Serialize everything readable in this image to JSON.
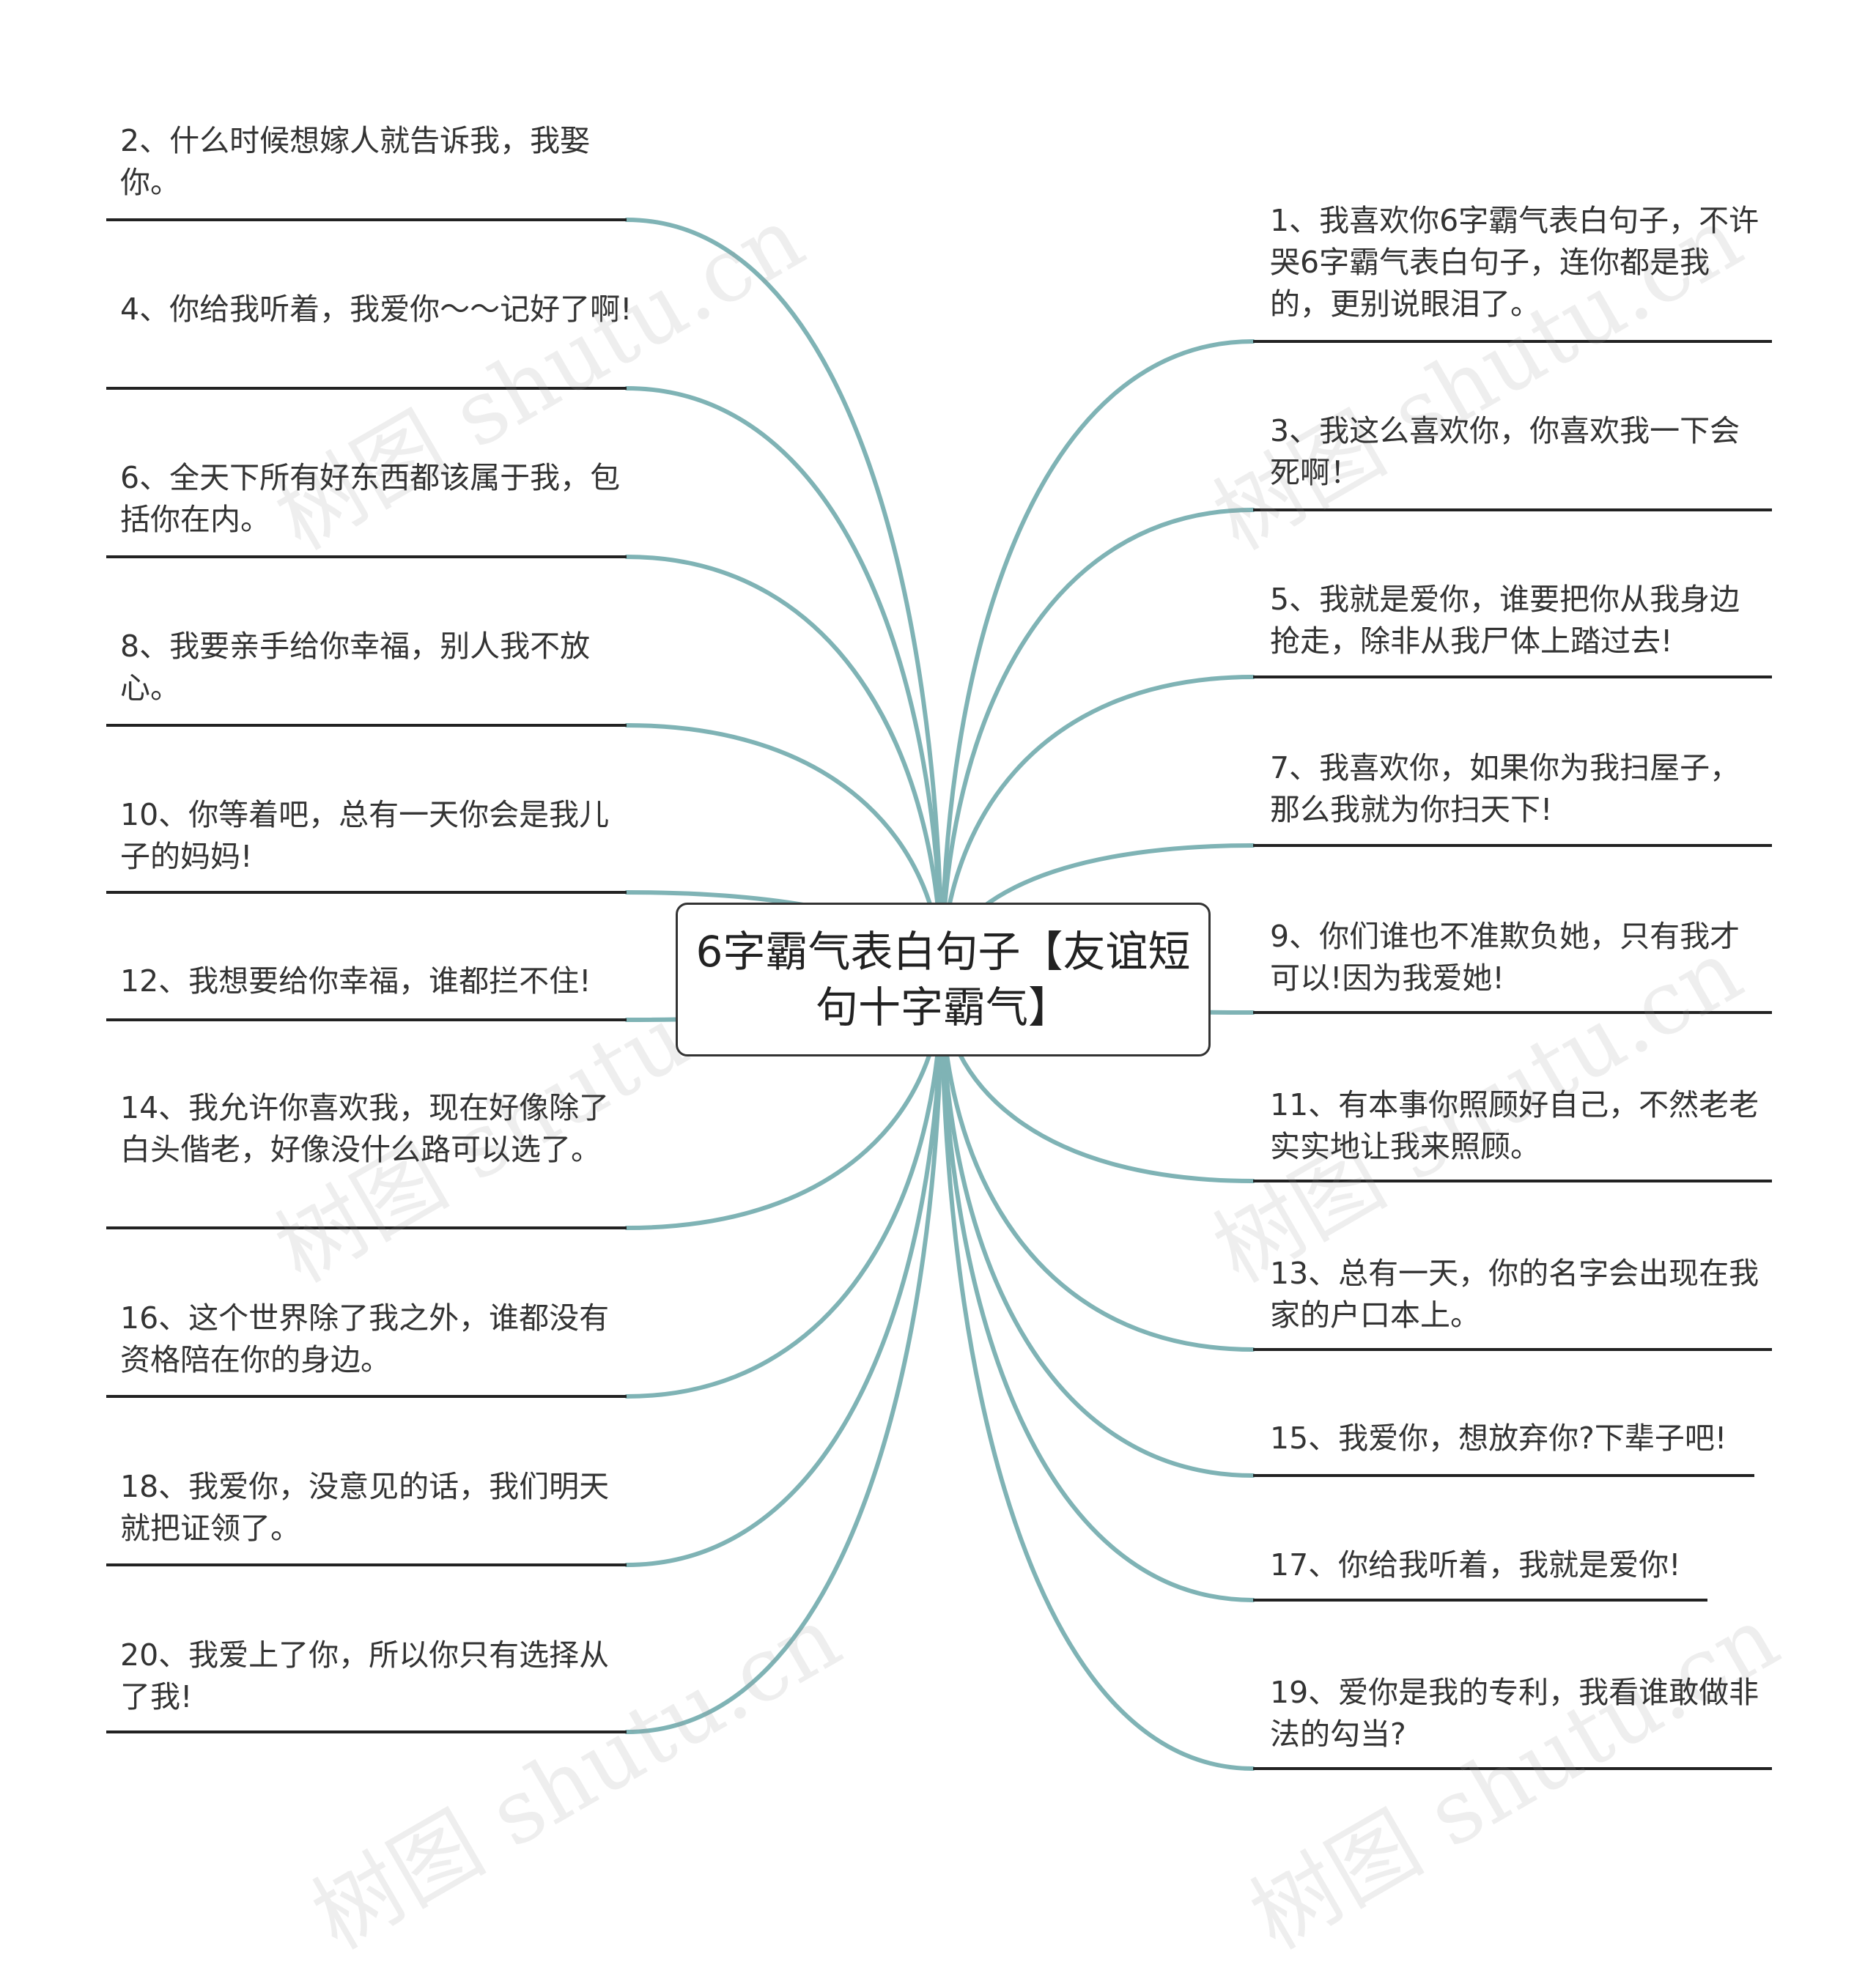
{
  "center": {
    "title": "6字霸气表白句子【友谊短句十字霸气】"
  },
  "left": [
    {
      "text": "2、什么时候想嫁人就告诉我，我娶你。"
    },
    {
      "text": "4、你给我听着，我爱你～～记好了啊!"
    },
    {
      "text": "6、全天下所有好东西都该属于我，包括你在内。"
    },
    {
      "text": "8、我要亲手给你幸福，别人我不放心。"
    },
    {
      "text": "10、你等着吧，总有一天你会是我儿子的妈妈!"
    },
    {
      "text": "12、我想要给你幸福，谁都拦不住!"
    },
    {
      "text": "14、我允许你喜欢我，现在好像除了白头偕老，好像没什么路可以选了。"
    },
    {
      "text": "16、这个世界除了我之外，谁都没有资格陪在你的身边。"
    },
    {
      "text": "18、我爱你，没意见的话，我们明天就把证领了。"
    },
    {
      "text": "20、我爱上了你，所以你只有选择从了我!"
    }
  ],
  "right": [
    {
      "text": "1、我喜欢你6字霸气表白句子，不许哭6字霸气表白句子，连你都是我的，更别说眼泪了。"
    },
    {
      "text": "3、我这么喜欢你，你喜欢我一下会死啊！"
    },
    {
      "text": "5、我就是爱你，谁要把你从我身边抢走，除非从我尸体上踏过去!"
    },
    {
      "text": "7、我喜欢你，如果你为我扫屋子，那么我就为你扫天下!"
    },
    {
      "text": "9、你们谁也不准欺负她，只有我才可以!因为我爱她!"
    },
    {
      "text": "11、有本事你照顾好自己，不然老老实实地让我来照顾。"
    },
    {
      "text": "13、总有一天，你的名字会出现在我家的户口本上。"
    },
    {
      "text": "15、我爱你，想放弃你?下辈子吧!"
    },
    {
      "text": "17、你给我听着，我就是爱你!"
    },
    {
      "text": "19、爱你是我的专利，我看谁敢做非法的勾当?"
    }
  ],
  "watermark": {
    "text": "树图 shutu.cn"
  },
  "colors": {
    "branch": "#7fb3b5",
    "underline": "#222222",
    "node_border": "#333333",
    "text": "#333333"
  }
}
